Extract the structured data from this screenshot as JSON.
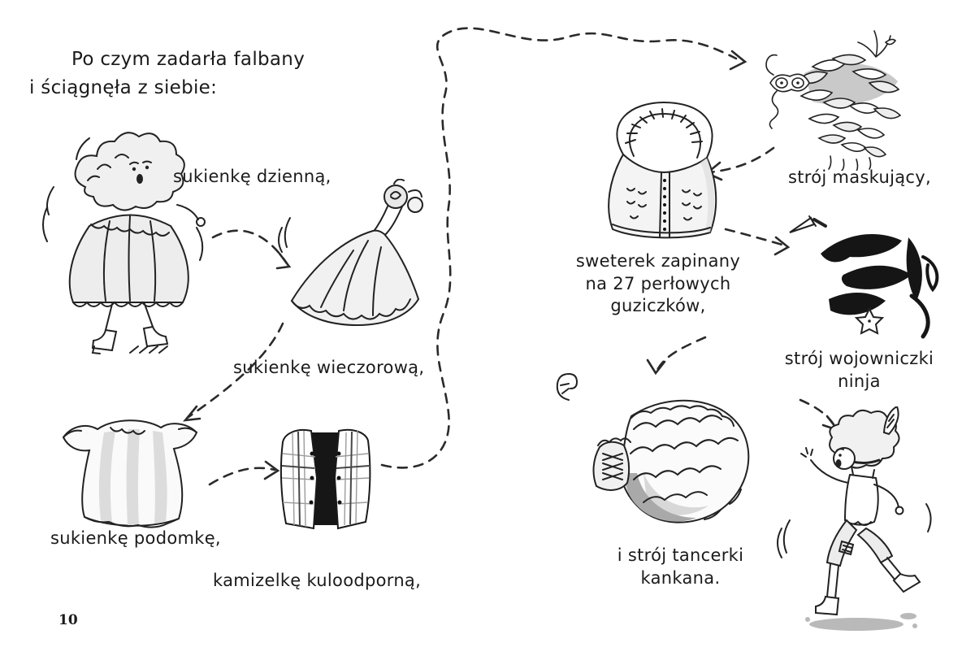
{
  "page": {
    "number": "10",
    "intro": {
      "line1": "Po czym zadarła falbany",
      "line2": "i ściągnęła z siebie:"
    },
    "labels": {
      "day_dress": "sukienkę dzienną,",
      "evening_dress": "sukienkę wieczorową,",
      "house_dress": "sukienkę podomkę,",
      "bulletproof_vest": "kamizelkę kuloodporną,",
      "sweater_line1": "sweterek zapinany",
      "sweater_line2": "na 27 perłowych",
      "sweater_line3": "guziczków,",
      "camouflage": "strój maskujący,",
      "ninja_line1": "strój wojowniczki",
      "ninja_line2": "ninja",
      "cancan_line1": "i strój tancerki",
      "cancan_line2": "kankana."
    },
    "colors": {
      "ink": "#222222",
      "wash_light": "#efefef",
      "wash_mid": "#c9c9c9",
      "wash_dark": "#a9a9a9",
      "solid_black": "#151515",
      "background": "#ffffff"
    }
  }
}
